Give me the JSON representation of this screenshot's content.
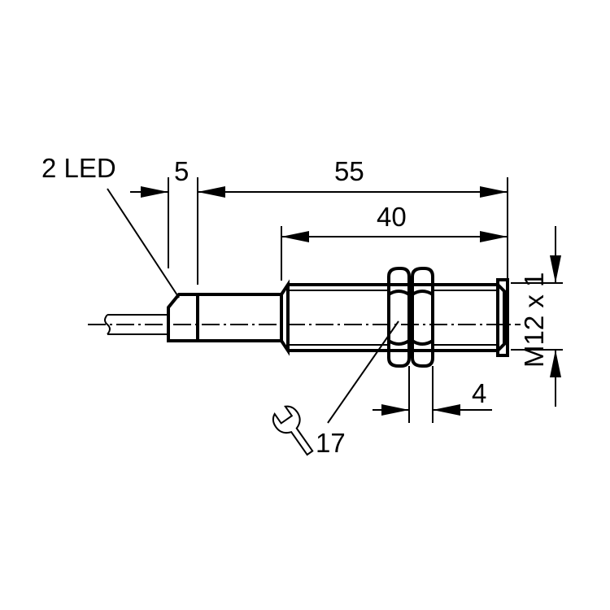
{
  "labels": {
    "led": "2 LED",
    "dim_5": "5",
    "dim_55": "55",
    "dim_40": "40",
    "dim_4": "4",
    "thread": "M12 x 1",
    "wrench_size": "17"
  },
  "icons": {
    "wrench": "wrench-icon"
  }
}
